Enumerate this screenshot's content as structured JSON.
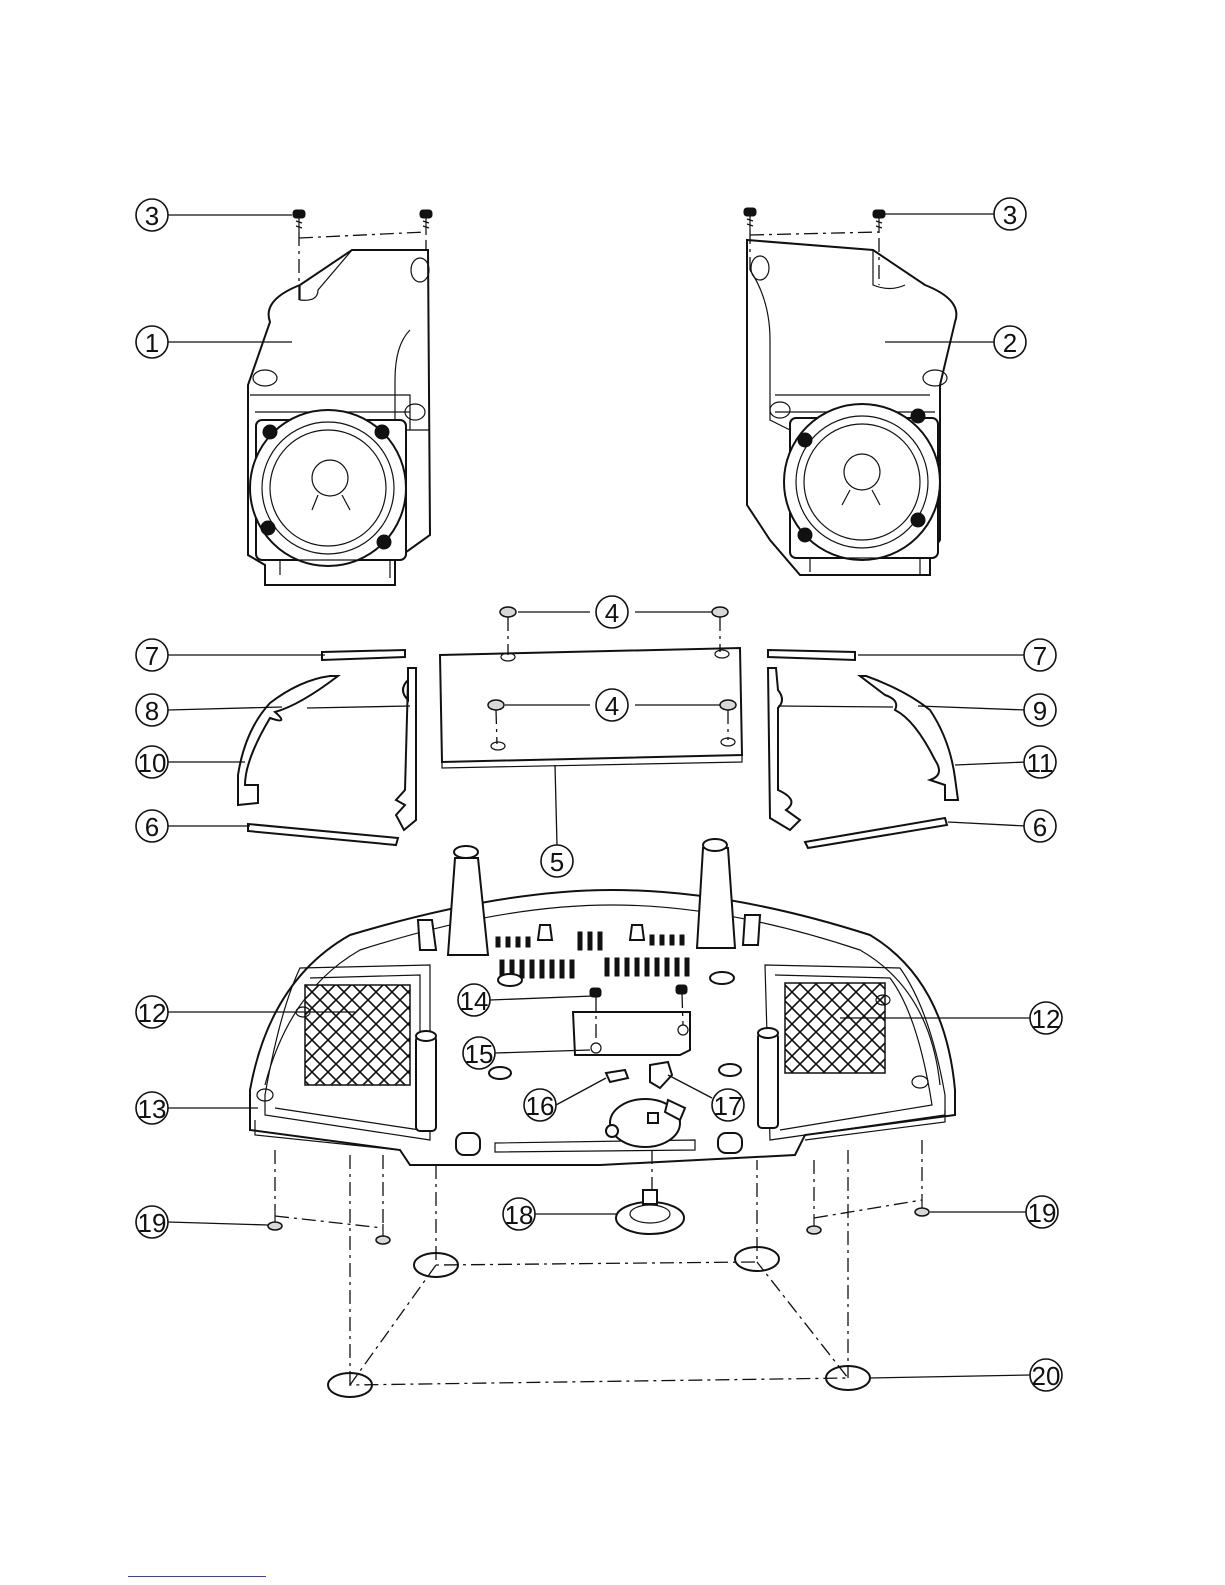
{
  "callouts": [
    {
      "id": "c3L",
      "label": "3"
    },
    {
      "id": "c3R",
      "label": "3"
    },
    {
      "id": "c1",
      "label": "1"
    },
    {
      "id": "c2",
      "label": "2"
    },
    {
      "id": "c4a",
      "label": "4"
    },
    {
      "id": "c4b",
      "label": "4"
    },
    {
      "id": "c7L",
      "label": "7"
    },
    {
      "id": "c7R",
      "label": "7"
    },
    {
      "id": "c8",
      "label": "8"
    },
    {
      "id": "c9",
      "label": "9"
    },
    {
      "id": "c10",
      "label": "10"
    },
    {
      "id": "c11",
      "label": "11"
    },
    {
      "id": "c6L",
      "label": "6"
    },
    {
      "id": "c6R",
      "label": "6"
    },
    {
      "id": "c5",
      "label": "5"
    },
    {
      "id": "c12L",
      "label": "12"
    },
    {
      "id": "c12R",
      "label": "12"
    },
    {
      "id": "c14",
      "label": "14"
    },
    {
      "id": "c15",
      "label": "15"
    },
    {
      "id": "c13",
      "label": "13"
    },
    {
      "id": "c16",
      "label": "16"
    },
    {
      "id": "c17",
      "label": "17"
    },
    {
      "id": "c18",
      "label": "18"
    },
    {
      "id": "c19L",
      "label": "19"
    },
    {
      "id": "c19R",
      "label": "19"
    },
    {
      "id": "c20",
      "label": "20"
    }
  ]
}
